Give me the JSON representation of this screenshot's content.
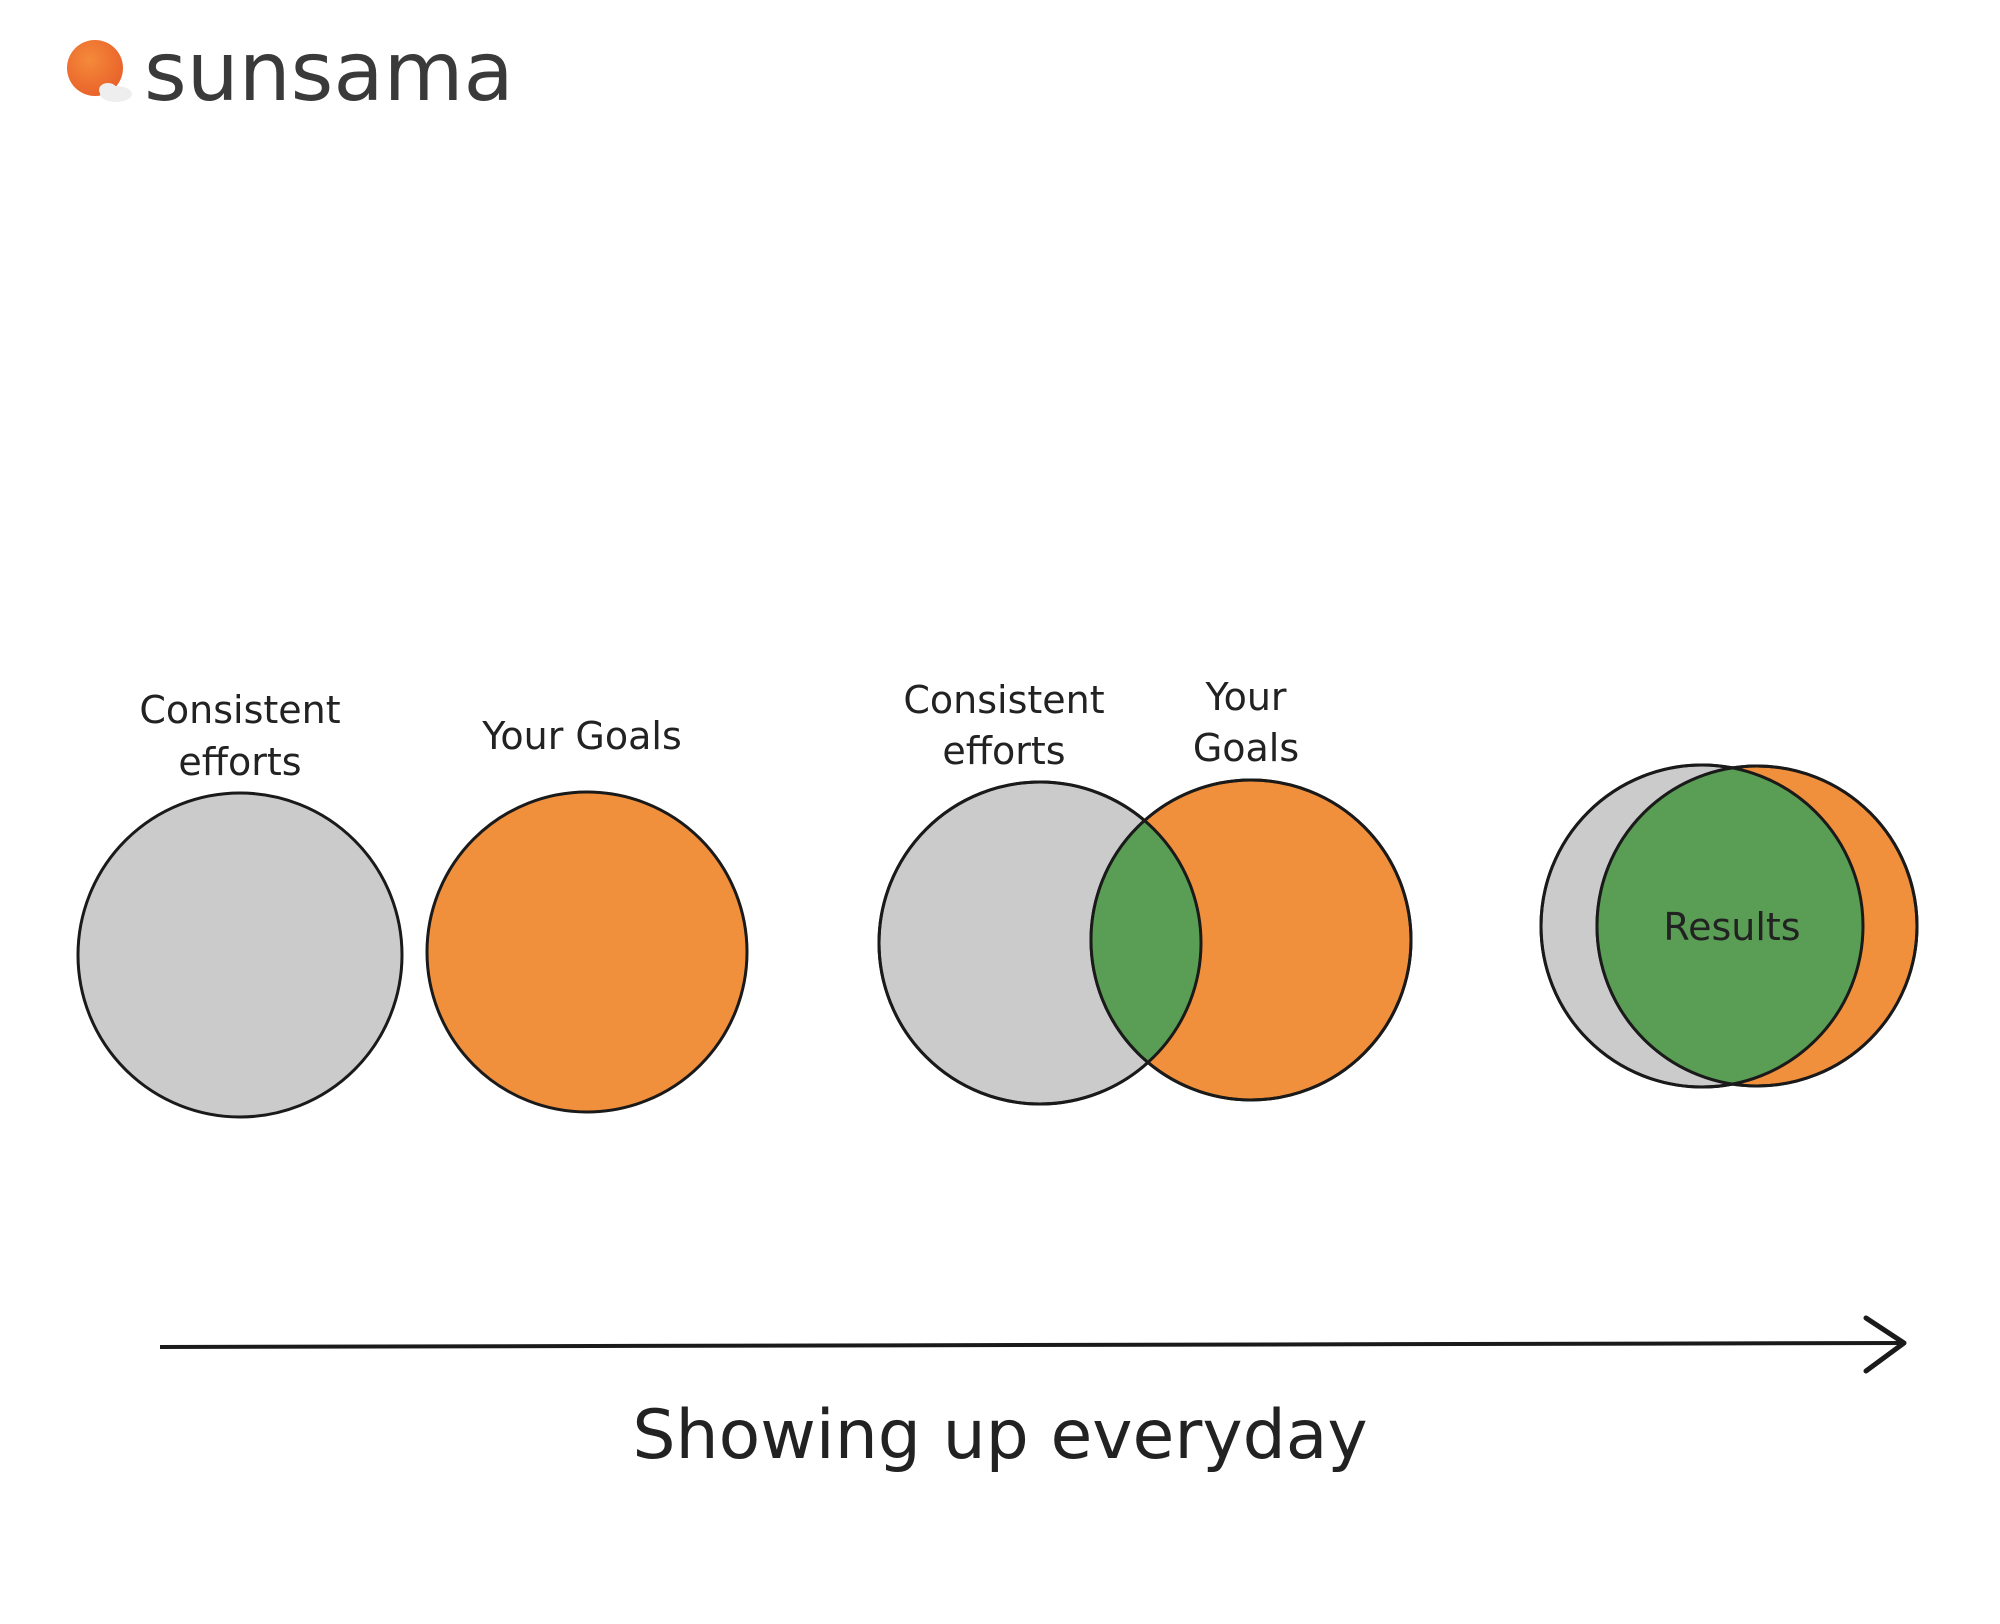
{
  "brand": {
    "name": "sunsama",
    "icon": "sun-behind-cloud-icon"
  },
  "colors": {
    "effort": "#cbcbcb",
    "goals": "#f0903c",
    "overlap": "#5a9e55",
    "outline": "#1a1a1a",
    "brand_text": "#3a3a3a",
    "sun_orange": "#f07a2a"
  },
  "stages": [
    {
      "effort_label": [
        "Consistent",
        "efforts"
      ],
      "goals_label": [
        "Your Goals"
      ]
    },
    {
      "effort_label": [
        "Consistent",
        "efforts"
      ],
      "goals_label": [
        "Your",
        "Goals"
      ]
    },
    {
      "overlap_label": "Results"
    }
  ],
  "axis": {
    "label": "Showing up everyday"
  }
}
